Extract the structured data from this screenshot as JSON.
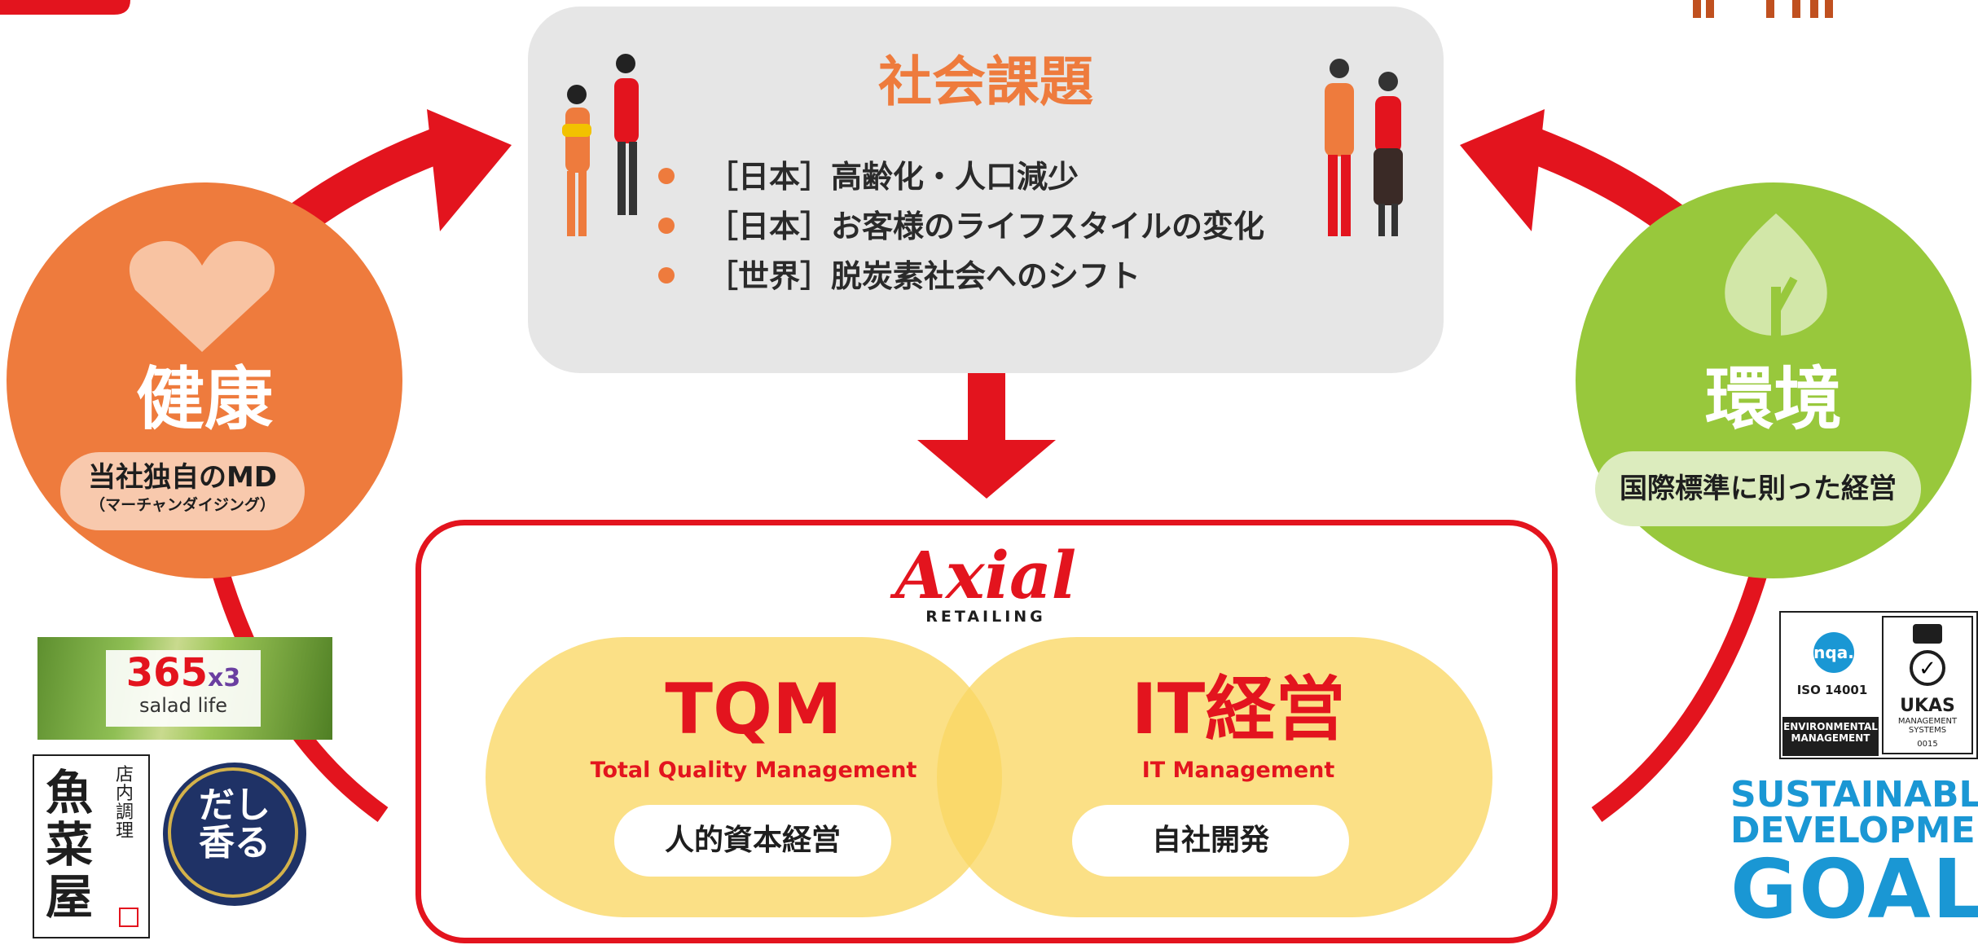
{
  "social_issues": {
    "title": "社会課題",
    "items": [
      "［日本］高齢化・人口減少",
      "［日本］お客様のライフスタイルの変化",
      "［世界］脱炭素社会へのシフト"
    ]
  },
  "health": {
    "title": "健康",
    "pill_main": "当社独自のMD",
    "pill_sub": "（マーチャンダイジング）"
  },
  "environment": {
    "title": "環境",
    "pill": "国際標準に則った経営"
  },
  "company": {
    "logo": "Axial",
    "logo_sub": "RETAILING"
  },
  "tqm": {
    "title": "TQM",
    "subtitle": "Total Quality Management",
    "pill": "人的資本経営"
  },
  "it": {
    "title": "IT経営",
    "subtitle": "IT Management",
    "pill": "自社開発"
  },
  "left_logos": {
    "salad_number": "365",
    "salad_multiplier": "x3",
    "salad_text": "salad life",
    "uo_main": "魚菜屋",
    "uo_small": "店内調理",
    "dashi": "だし香る"
  },
  "right_logos": {
    "nqa": "nqa.",
    "iso": "ISO 14001",
    "iso_label": "ENVIRONMENTAL MANAGEMENT",
    "ukas": "UKAS",
    "ukas_sub": "MANAGEMENT SYSTEMS",
    "ukas_num": "0015",
    "sdg_line1": "SUSTAINABLE",
    "sdg_line2": "DEVELOPMENT",
    "sdg_line3": "GOALS"
  },
  "colors": {
    "orange": "#ee7b3d",
    "green": "#98c83c",
    "red": "#e3141e",
    "yellow": "#fad764",
    "gray": "#e6e6e6"
  }
}
